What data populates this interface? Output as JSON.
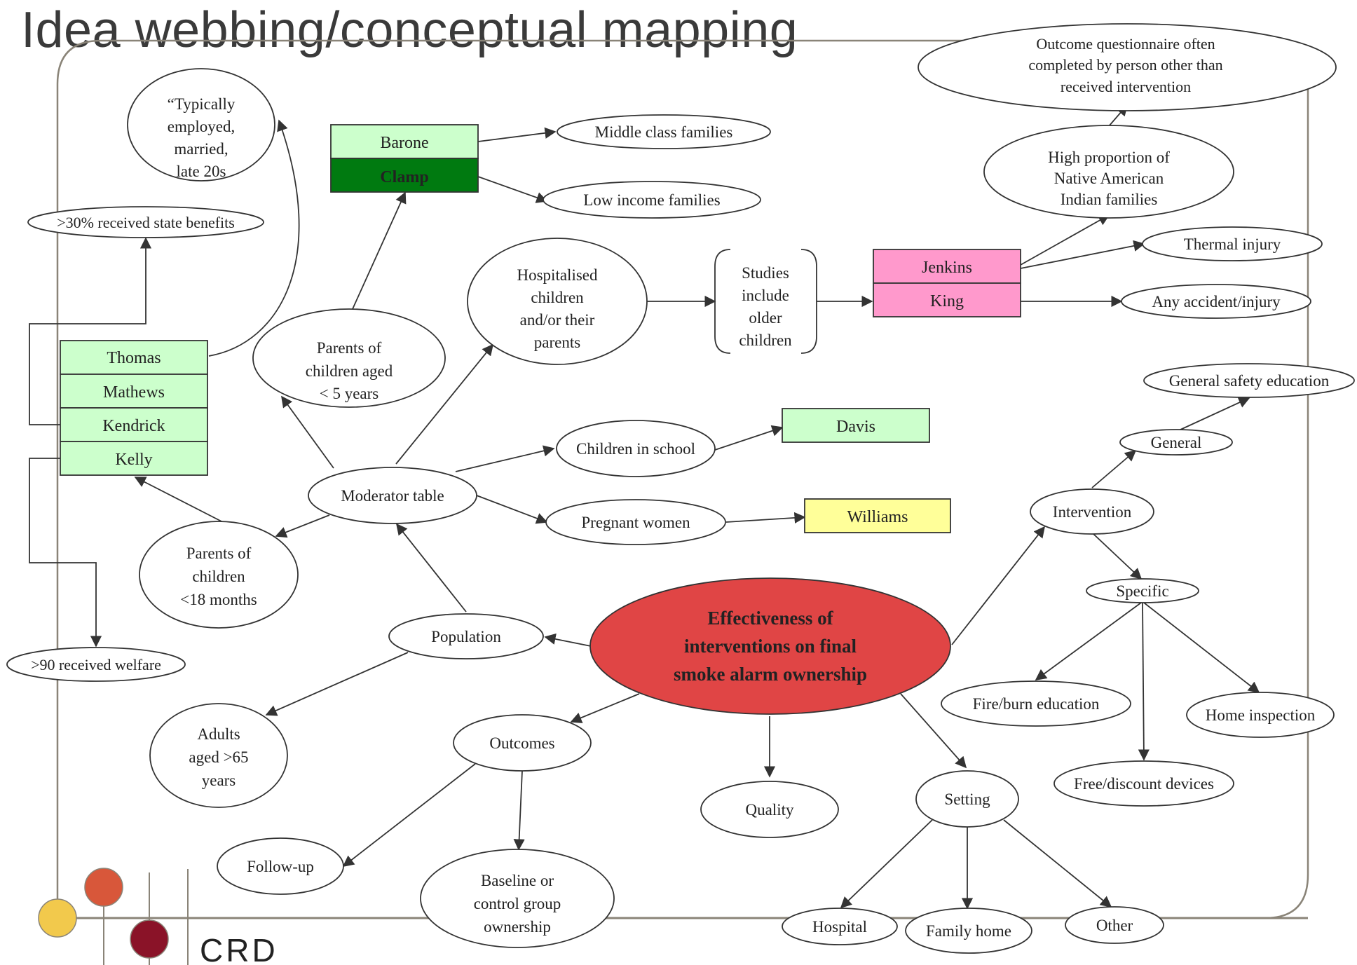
{
  "title": "Idea webbing/conceptual mapping",
  "colors": {
    "green_light": "#ccffcc",
    "green_dark": "#007a10",
    "pink": "#ff99cc",
    "yellow": "#ffff99",
    "red_center": "#e04545",
    "logo_yellow": "#f2c94c",
    "logo_orange": "#d8573a",
    "logo_maroon": "#8a1328"
  },
  "nodes": {
    "center": [
      "Effectiveness of",
      "interventions on final",
      "smoke alarm ownership"
    ],
    "typically": [
      "“Typically",
      "employed,",
      "married,",
      "late 20s"
    ],
    "barone": "Barone",
    "clamp": "Clamp",
    "middle_class": "Middle class families",
    "low_income": "Low income families",
    "outcome_q": [
      "Outcome questionnaire often",
      "completed by person other than",
      "received intervention"
    ],
    "high_prop": [
      "High proportion of",
      "Native American",
      "Indian families"
    ],
    "state_benefits": ">30% received state benefits",
    "thomas": "Thomas",
    "mathews": "Mathews",
    "kendrick": "Kendrick",
    "kelly": "Kelly",
    "parents5": [
      "Parents of",
      "children aged",
      "< 5 years"
    ],
    "hospitalised": [
      "Hospitalised",
      "children",
      "and/or their",
      "parents"
    ],
    "studies": [
      "Studies",
      "include",
      "older",
      "children"
    ],
    "jenkins": "Jenkins",
    "king": "King",
    "thermal": "Thermal injury",
    "any_accident": "Any accident/injury",
    "general_safety": "General safety education",
    "general": "General",
    "children_school": "Children in school",
    "davis": "Davis",
    "moderator": "Moderator table",
    "pregnant": "Pregnant women",
    "williams": "Williams",
    "intervention": "Intervention",
    "parents18": [
      "Parents of",
      "children",
      "<18 months"
    ],
    "specific": "Specific",
    "population": "Population",
    "welfare": ">90 received welfare",
    "fire_burn": "Fire/burn education",
    "home_inspection": "Home inspection",
    "adults65": [
      "Adults",
      "aged >65",
      "years"
    ],
    "outcomes": "Outcomes",
    "free_discount": "Free/discount devices",
    "quality": "Quality",
    "setting": "Setting",
    "follow_up": "Follow-up",
    "baseline": [
      "Baseline or",
      "control group",
      "ownership"
    ],
    "hospital": "Hospital",
    "family_home": "Family home",
    "other": "Other"
  },
  "logo": {
    "text": "CRD"
  }
}
